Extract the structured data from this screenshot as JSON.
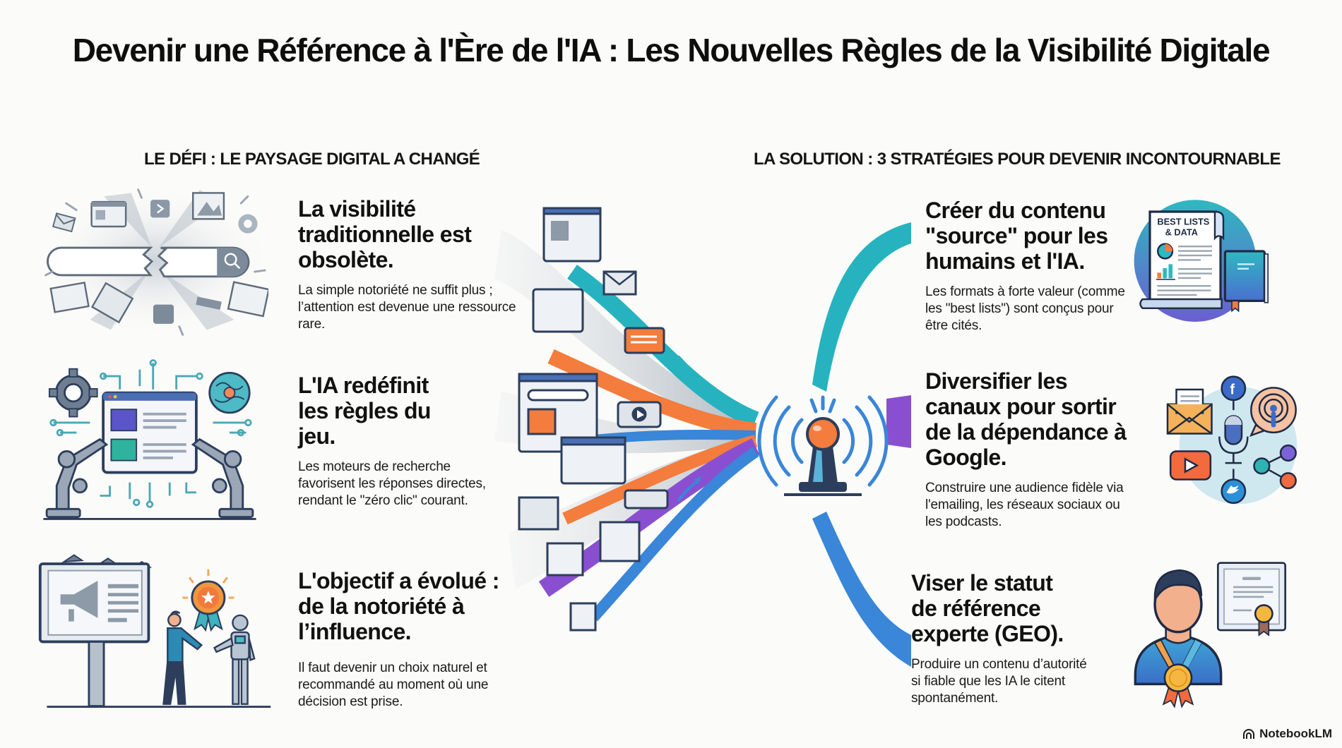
{
  "title": "Devenir une Référence à l'Ère de l'IA : Les Nouvelles Règles de la Visibilité Digitale",
  "left_section": {
    "heading": "LE DÉFI : LE PAYSAGE DIGITAL A CHANGÉ",
    "items": [
      {
        "heading": "La visibilité traditionnelle est obsolète.",
        "body": "La simple notoriété ne suffit plus ; l’attention est devenue une ressource rare.",
        "icon": "broken-search-bar-icon"
      },
      {
        "heading": "L'IA redéfinit les règles du jeu.",
        "body": "Les moteurs de recherche favorisent les réponses directes, rendant le \"zéro clic\" courant.",
        "icon": "robot-arms-browser-icon"
      },
      {
        "heading": "L'objectif a évolué : de la notoriété à l’influence.",
        "body": "Il faut devenir un choix naturel et recommandé au moment où une décision est prise.",
        "icon": "billboard-handshake-icon"
      }
    ]
  },
  "right_section": {
    "heading": "LA SOLUTION : 3 STRATÉGIES POUR DEVENIR INCONTOURNABLE",
    "items": [
      {
        "heading": "Créer du contenu \"source\" pour les humains et l'IA.",
        "body": "Les formats à forte valeur (comme les \"best lists\") sont conçus pour être cités.",
        "icon": "best-lists-document-icon",
        "icon_text_line1": "BEST LISTS",
        "icon_text_line2": "& DATA"
      },
      {
        "heading": "Diversifier les canaux pour sortir de la dépendance à Google.",
        "body": "Construire une audience fidèle via l'emailing, les réseaux sociaux ou les podcasts.",
        "icon": "multichannel-icon"
      },
      {
        "heading": "Viser le statut de référence experte (GEO).",
        "body": "Produire un contenu d’autorité si fiable que les IA le citent spontanément.",
        "icon": "expert-medal-icon"
      }
    ]
  },
  "center": {
    "icon": "broadcast-antenna-icon"
  },
  "colors": {
    "teal": "#26b3bf",
    "blue": "#3a86d8",
    "purple": "#8a4fd1",
    "orange": "#f47c3c",
    "navy": "#2c3e5c",
    "gray": "#8d9aa8"
  },
  "brand": {
    "label": "NotebookLM"
  }
}
